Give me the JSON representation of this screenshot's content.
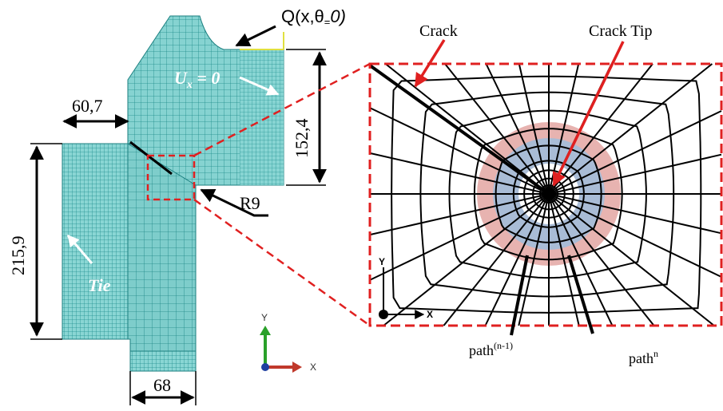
{
  "labels": {
    "q_point": "Q(x,θ",
    "q_point_sub": "=",
    "q_point_tail": "0)",
    "ux_main": "U",
    "ux_sub": "x",
    "ux_tail": " = 0",
    "dim_top_width": "60,7",
    "dim_right_height": "152,4",
    "dim_left_height": "215,9",
    "dim_bottom_width": "68",
    "radius": "R9",
    "tie": "Tie",
    "crack": "Crack",
    "crack_tip": "Crack Tip",
    "path_prev": "path",
    "path_prev_sup": "(n-1)",
    "path_n": "path",
    "path_n_sup": "n"
  },
  "axes_triad": {
    "y": "Y",
    "x": "X"
  },
  "inset_axes": {
    "y": "Y",
    "x": "X"
  },
  "colors": {
    "mesh": "#2aa6a6",
    "mesh_fill": "#7fd0cf",
    "ring_outer": "#e7b3b0",
    "ring_inner": "#a9bcd6",
    "callout": "#e02020",
    "arrow_white": "#ffffff",
    "axis_y": "#2aa02a",
    "axis_x": "#c0392b",
    "axis_origin": "#1f3fa0"
  }
}
